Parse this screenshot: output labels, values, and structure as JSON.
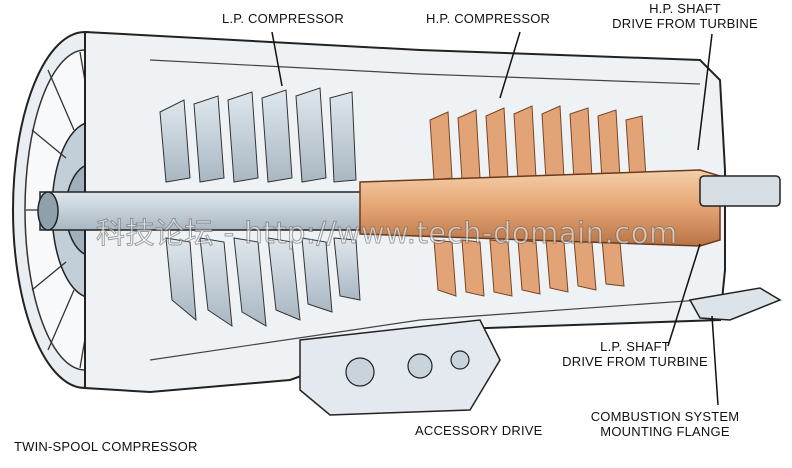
{
  "labels": {
    "lp_compressor": "L.P. COMPRESSOR",
    "hp_compressor": "H.P. COMPRESSOR",
    "hp_shaft_line1": "H.P. SHAFT",
    "hp_shaft_line2": "DRIVE FROM TURBINE",
    "lp_shaft_line1": "L.P. SHAFT",
    "lp_shaft_line2": "DRIVE FROM TURBINE",
    "combustion_line1": "COMBUSTION SYSTEM",
    "combustion_line2": "MOUNTING FLANGE",
    "accessory_drive": "ACCESSORY DRIVE",
    "twin_spool": "TWIN-SPOOL COMPRESSOR"
  },
  "watermark": "科技论坛 - http://www.tech-domain.com",
  "colors": {
    "steel": "#c9d3db",
    "steel_dark": "#6f7f8c",
    "copper": "#e2a477",
    "copper_dark": "#a8653a",
    "ink": "#111111"
  }
}
